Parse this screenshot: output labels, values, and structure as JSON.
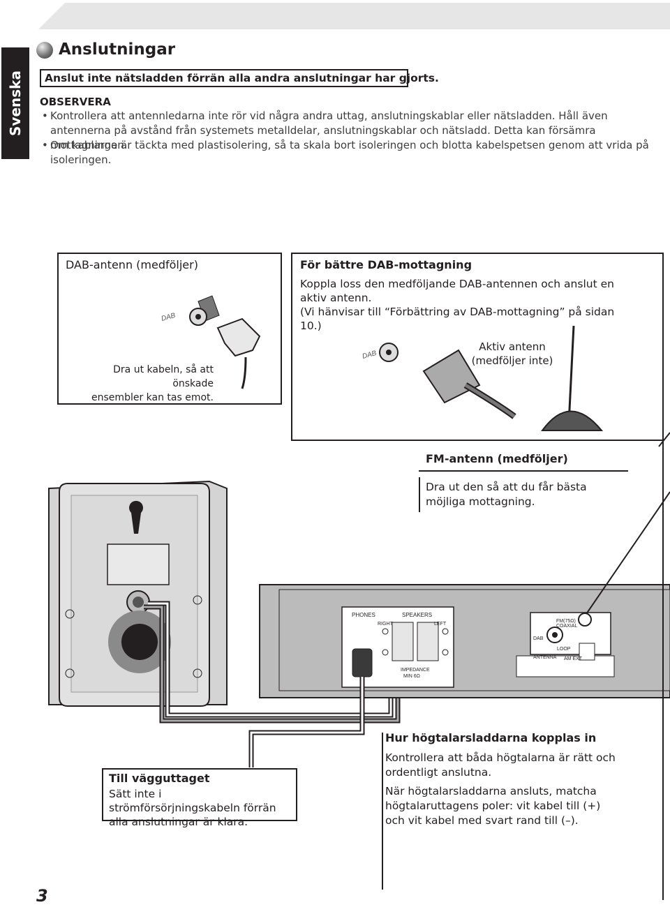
{
  "sidebar": {
    "language_tab": "Svenska"
  },
  "header": {
    "title": "Anslutningar"
  },
  "warning": {
    "text": "Anslut inte nätsladden förrän alla andra anslutningar har gjorts."
  },
  "note": {
    "heading": "OBSERVERA",
    "bullets": [
      "Kontrollera att antennledarna inte rör vid några andra uttag, anslutningskablar eller nätsladden. Håll även antennerna på avstånd från systemets metalldelar, anslutningskablar och nätsladd. Detta kan försämra mottagningen.",
      "Om kablarna är täckta med plastisolering, så ta skala bort isoleringen och blotta kabelspetsen genom att vrida på isoleringen."
    ]
  },
  "dab_antenna": {
    "title": "DAB-antenn (medföljer)",
    "jack_label": "DAB",
    "caption_line1": "Dra ut kabeln, så att önskade",
    "caption_line2": "ensembler kan tas emot."
  },
  "better_dab": {
    "title": "För bättre DAB-mottagning",
    "body_line1": "Koppla loss den medföljande DAB-antennen och anslut en aktiv antenn.",
    "body_line2": "(Vi hänvisar till “Förbättring av DAB-mottagning” på sidan 10.)",
    "jack_label": "DAB",
    "antenna_label_line1": "Aktiv antenn",
    "antenna_label_line2": "(medföljer inte)"
  },
  "fm_antenna": {
    "title": "FM-antenn (medföljer)",
    "body_line1": "Dra ut den så att du får bästa",
    "body_line2": "möjliga mottagning."
  },
  "panel_labels": {
    "phones": "PHONES",
    "speakers": "SPEAKERS",
    "right": "RIGHT",
    "left": "LEFT",
    "impedance": "IMPEDANCE",
    "impedance_value": "MIN 6Ω",
    "fm": "FM(75Ω)",
    "coaxial": "COAXIAL",
    "dab": "DAB",
    "antenna": "ANTENNA",
    "loop": "LOOP",
    "am_ext": "AM EXT"
  },
  "wall_outlet": {
    "title": "Till vägguttaget",
    "body": "Sätt inte i strömförsörjningskabeln förrän alla anslutningar är klara."
  },
  "speaker_wires": {
    "title": "Hur högtalarsladdarna kopplas in",
    "para1": "Kontrollera att båda högtalarna är rätt och ordentligt anslutna.",
    "para2": "När högtalarsladdarna ansluts, matcha högtalaruttagens poler: vit kabel till (+) och vit kabel med svart rand till (–)."
  },
  "footer": {
    "page_number": "3"
  }
}
